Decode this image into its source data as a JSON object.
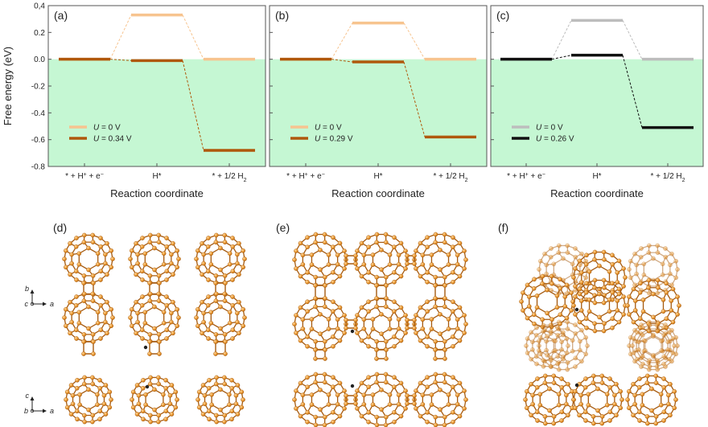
{
  "figure": {
    "ylabel": "Free energy (eV)",
    "xlabel": "Reaction coordinate",
    "lower_panel_labels": [
      "(d)",
      "(e)",
      "(f)"
    ],
    "axis_letters": {
      "a": "a",
      "b": "b",
      "c": "c"
    }
  },
  "colors": {
    "below_zero_fill": "#c5f7d3",
    "u0_orange": "#f7c48f",
    "uapplied_brown": "#b0580c",
    "u0_gray": "#bdbdbd",
    "uapplied_black": "#111111",
    "atom_orange": "#e8962e",
    "atom_edge": "#a55a10"
  },
  "chart_data": [
    {
      "type": "line",
      "panel": "(a)",
      "categories": [
        "* + H⁺ + e⁻",
        "H*",
        "* + 1/2 H₂"
      ],
      "ylim": [
        -0.8,
        0.4
      ],
      "yticks": [
        "-0.8",
        "-0.6",
        "-0.4",
        "-0.2",
        "0.0",
        "0.2",
        "0,4"
      ],
      "xlabel": "Reaction coordinate",
      "ylabel": "Free energy (eV)",
      "legend_position": "lower-left",
      "series": [
        {
          "name": "U = 0 V",
          "values": [
            0.0,
            0.33,
            0.0
          ],
          "color": "#f7c48f"
        },
        {
          "name": "U = 0.34 V",
          "values": [
            0.0,
            -0.01,
            -0.68
          ],
          "color": "#b0580c"
        }
      ]
    },
    {
      "type": "line",
      "panel": "(b)",
      "categories": [
        "* + H⁺ + e⁻",
        "H*",
        "* + 1/2 H₂"
      ],
      "ylim": [
        -0.8,
        0.4
      ],
      "xlabel": "Reaction coordinate",
      "legend_position": "lower-left",
      "series": [
        {
          "name": "U = 0 V",
          "values": [
            0.0,
            0.27,
            0.0
          ],
          "color": "#f7c48f"
        },
        {
          "name": "U = 0.29 V",
          "values": [
            0.0,
            -0.02,
            -0.58
          ],
          "color": "#b0580c"
        }
      ]
    },
    {
      "type": "line",
      "panel": "(c)",
      "categories": [
        "* + H⁺ + e⁻",
        "H*",
        "* + 1/2 H₂"
      ],
      "ylim": [
        -0.8,
        0.4
      ],
      "xlabel": "Reaction coordinate",
      "legend_position": "lower-left",
      "series": [
        {
          "name": "U = 0 V",
          "values": [
            0.0,
            0.29,
            0.0
          ],
          "color": "#bdbdbd"
        },
        {
          "name": "U = 0.26 V",
          "values": [
            0.0,
            0.03,
            -0.51
          ],
          "color": "#111111"
        }
      ]
    }
  ]
}
